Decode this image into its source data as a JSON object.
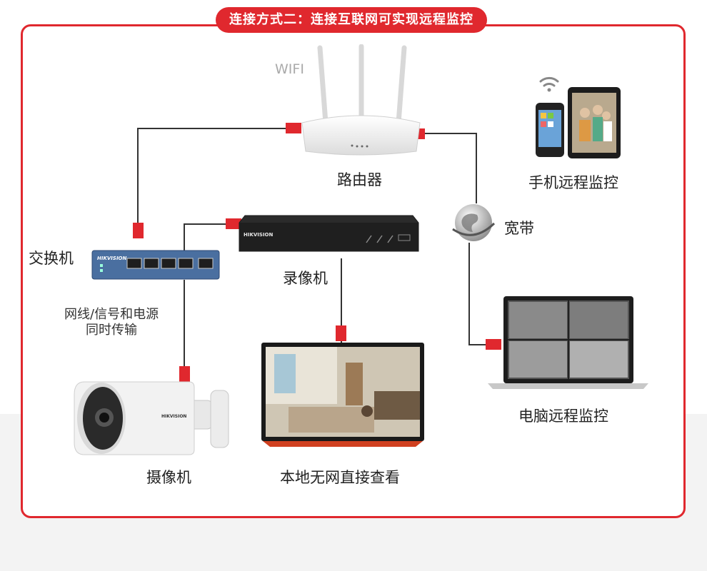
{
  "header": {
    "title": "连接方式二：连接互联网可实现远程监控"
  },
  "labels": {
    "wifi": "WIFI",
    "router": "路由器",
    "switch": "交换机",
    "nvr": "录像机",
    "broadband": "宽带",
    "phone_remote": "手机远程监控",
    "pc_remote": "电脑远程监控",
    "camera": "摄像机",
    "local_view": "本地无网直接查看",
    "cable_note_line1": "网线/信号和电源",
    "cable_note_line2": "同时传输"
  },
  "brand": {
    "switch_logo": "HIKVISION",
    "nvr_logo": "HIKVISION",
    "camera_logo": "HIKVISION"
  },
  "colors": {
    "accent": "#e0282e",
    "wire": "#333333",
    "connector": "#e0282e"
  }
}
